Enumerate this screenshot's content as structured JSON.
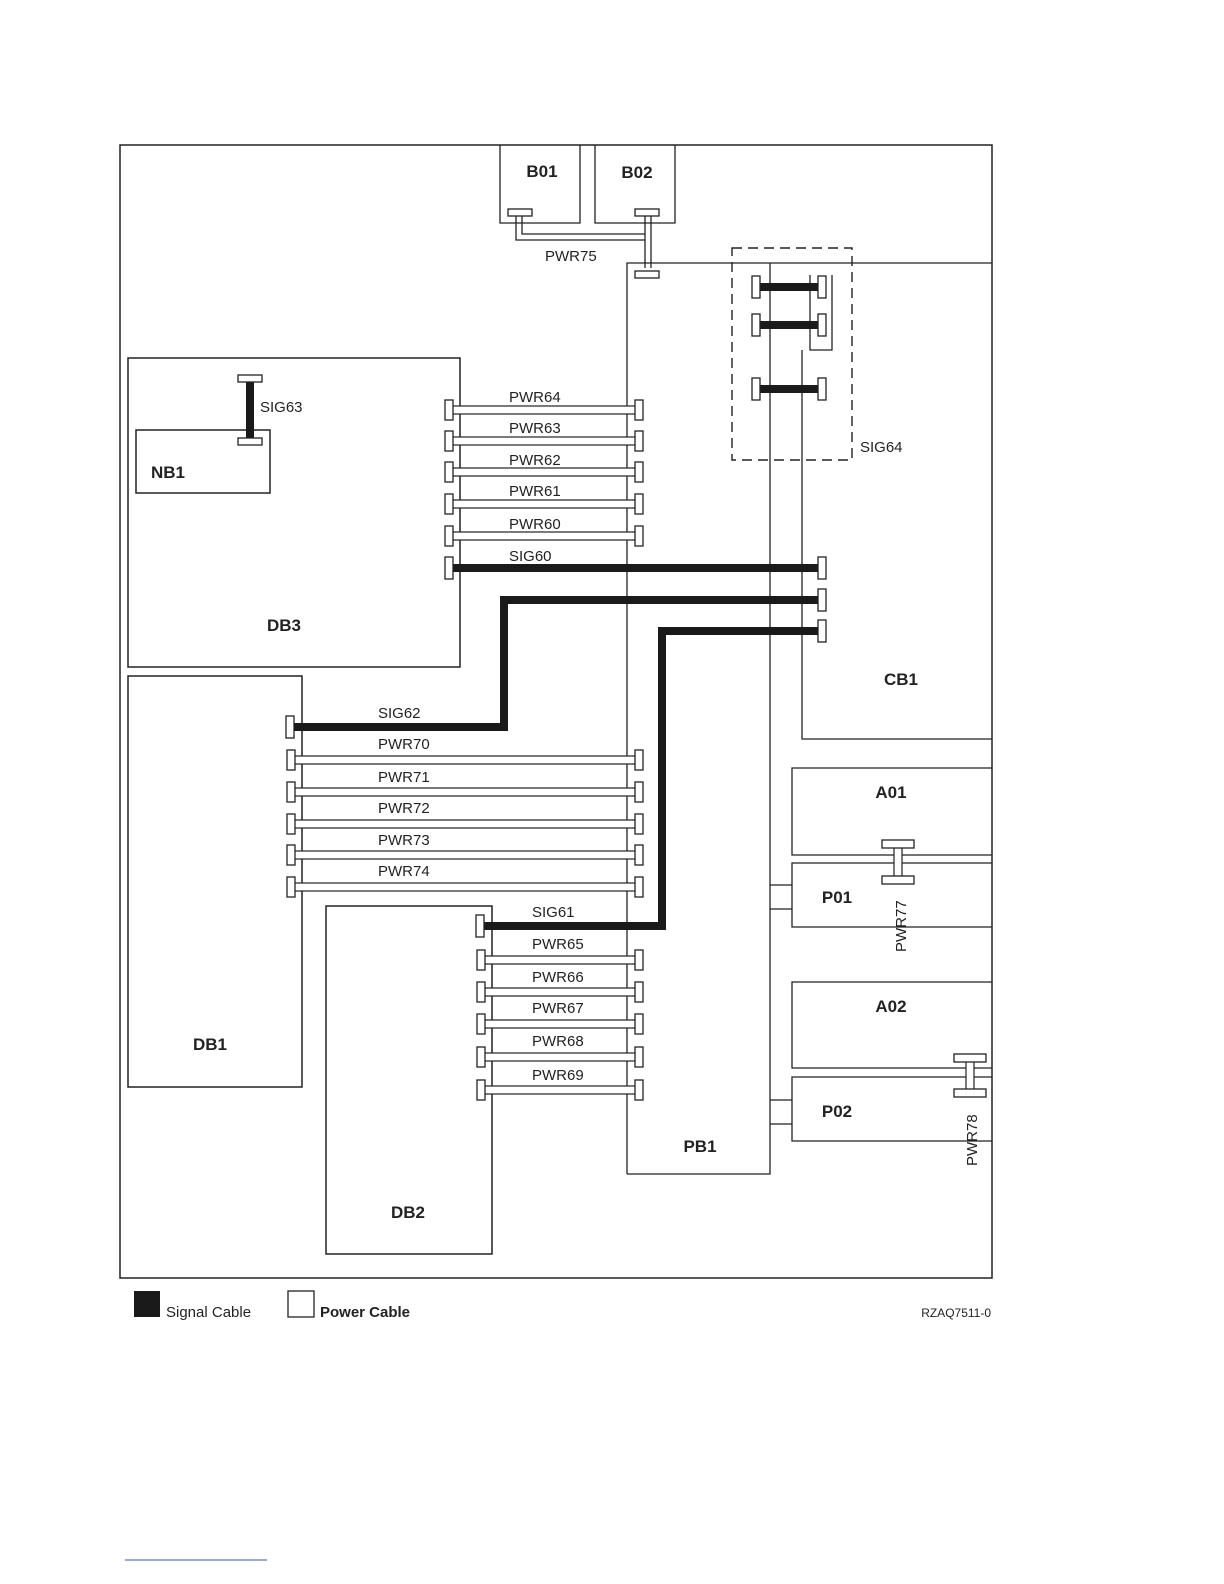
{
  "components": {
    "b01": "B01",
    "b02": "B02",
    "nb1": "NB1",
    "db3": "DB3",
    "db1": "DB1",
    "db2": "DB2",
    "cb1": "CB1",
    "pb1": "PB1",
    "a01": "A01",
    "a02": "A02",
    "p01": "P01",
    "p02": "P02"
  },
  "cables": {
    "pwr75": "PWR75",
    "sig63": "SIG63",
    "sig64": "SIG64",
    "pwr64": "PWR64",
    "pwr63": "PWR63",
    "pwr62": "PWR62",
    "pwr61": "PWR61",
    "pwr60": "PWR60",
    "sig60": "SIG60",
    "sig62": "SIG62",
    "pwr70": "PWR70",
    "pwr71": "PWR71",
    "pwr72": "PWR72",
    "pwr73": "PWR73",
    "pwr74": "PWR74",
    "sig61": "SIG61",
    "pwr65": "PWR65",
    "pwr66": "PWR66",
    "pwr67": "PWR67",
    "pwr68": "PWR68",
    "pwr69": "PWR69",
    "pwr77": "PWR77",
    "pwr78": "PWR78"
  },
  "legend": {
    "signal": "Signal Cable",
    "power": "Power Cable"
  },
  "figure_id": "RZAQ7511-0"
}
